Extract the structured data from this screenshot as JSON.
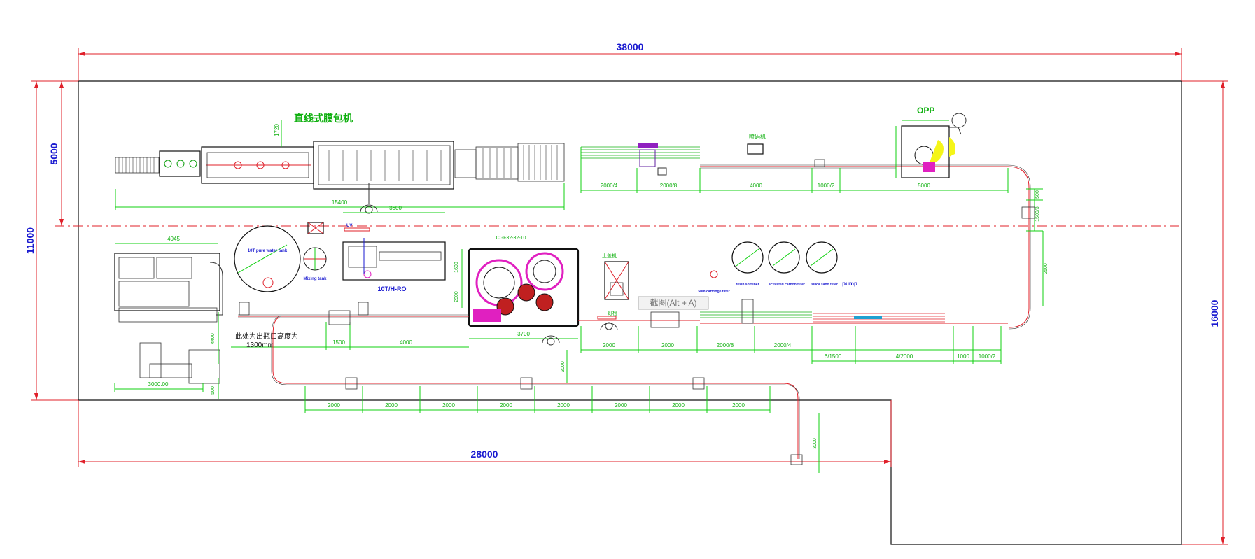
{
  "title": "",
  "colors": {
    "dimension": "#e0202a",
    "equipment_dim": "#10d010",
    "overall_text": "#1a1ad0",
    "outline": "#111111",
    "highlight": "#e020c0",
    "accent_yellow": "#f5f518"
  },
  "dimensions": {
    "overall_width": "38000",
    "overall_height_left": "11000",
    "upper_zone_height": "5000",
    "lower_width": "28000",
    "overall_height_right": "16000"
  },
  "labels": {
    "shrink_wrapper_cn": "直线式膜包机",
    "opp_labeler": "OPP",
    "pure_water_tank": "10T pure water tank",
    "mixing_tank": "Mixing tank",
    "ro_system": "10T/H-RO",
    "uv_sterilizer": "UV",
    "filler": "CGF32-32-10",
    "cartridge_filter": "5um cartridge filter",
    "resin_softener": "resin softener",
    "carbon_filter": "activated carbon filter",
    "sand_filter": "silica sand filter",
    "pump": "pump",
    "outlet_note_cn": "此处为出瓶口高度为",
    "outlet_height": "1300mm",
    "ink_jet": "喷码机",
    "cap_elevator": "上盖机",
    "light_check": "灯检"
  },
  "equipment_dims": {
    "shrink_length": "15400",
    "shrink_height": "1720",
    "palletizer": "4045",
    "ro_width": "3500",
    "filler_width": "3700",
    "filler_height": "1600",
    "filler_side": "2000",
    "palletizer_bottom": "3000.00",
    "palletizer_side": "4400",
    "palletizer_side2": "500",
    "conveyor_left": "1500",
    "conveyor_mid": "4000",
    "drop_height": "3000",
    "return_height": "3000",
    "right_leg_1": "500",
    "right_leg_2": "1500/3",
    "right_leg_3": "2500"
  },
  "top_conveyor_segments": [
    "2000/4",
    "2000/8",
    "4000",
    "1000/2",
    "5000"
  ],
  "bottom_conveyor_segments": [
    "2000",
    "2000",
    "2000/8",
    "2000/4",
    "6/1500",
    "4/2000",
    "1000",
    "1000/2"
  ],
  "lower_conveyor_segments": [
    "2000",
    "2000",
    "2000",
    "2000",
    "2000",
    "2000",
    "2000",
    "2000"
  ],
  "tooltip": "截图(Alt + A)"
}
